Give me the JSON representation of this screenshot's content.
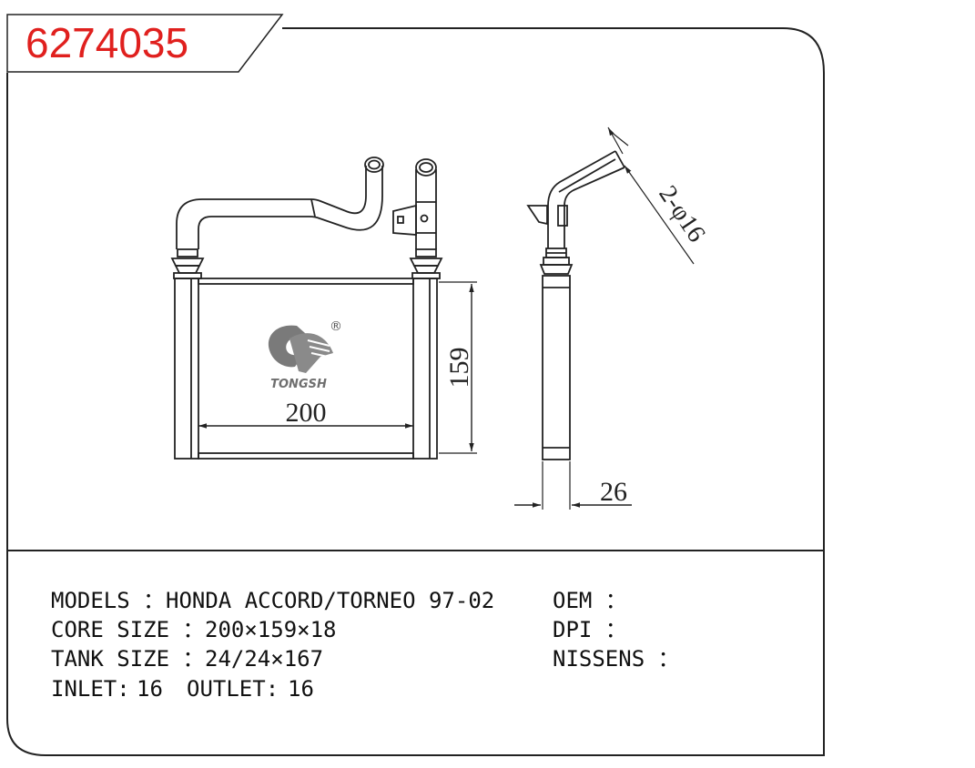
{
  "part_number": "6274035",
  "logo": {
    "text": "TONGSH",
    "mark": "®"
  },
  "dimensions": {
    "width": "200",
    "height": "159",
    "depth": "26",
    "pipe": "2-φ16"
  },
  "specs": {
    "models_label": "MODELS ：",
    "models_value": "HONDA ACCORD/TORNEO 97-02",
    "core_label": "CORE SIZE ：",
    "core_value": "200×159×18",
    "tank_label": "TANK SIZE ：",
    "tank_value": "24/24×167",
    "inlet_label": "INLET:",
    "inlet_value": "16",
    "outlet_label": "OUTLET:",
    "outlet_value": "16"
  },
  "cross_refs": {
    "oem_label": "OEM ：",
    "oem_value": "",
    "dpi_label": "DPI ：",
    "dpi_value": "",
    "nissens_label": "NISSENS ：",
    "nissens_value": ""
  },
  "colors": {
    "part_number": "#e0201e",
    "line": "#222222",
    "logo": "#7a7a7a"
  }
}
